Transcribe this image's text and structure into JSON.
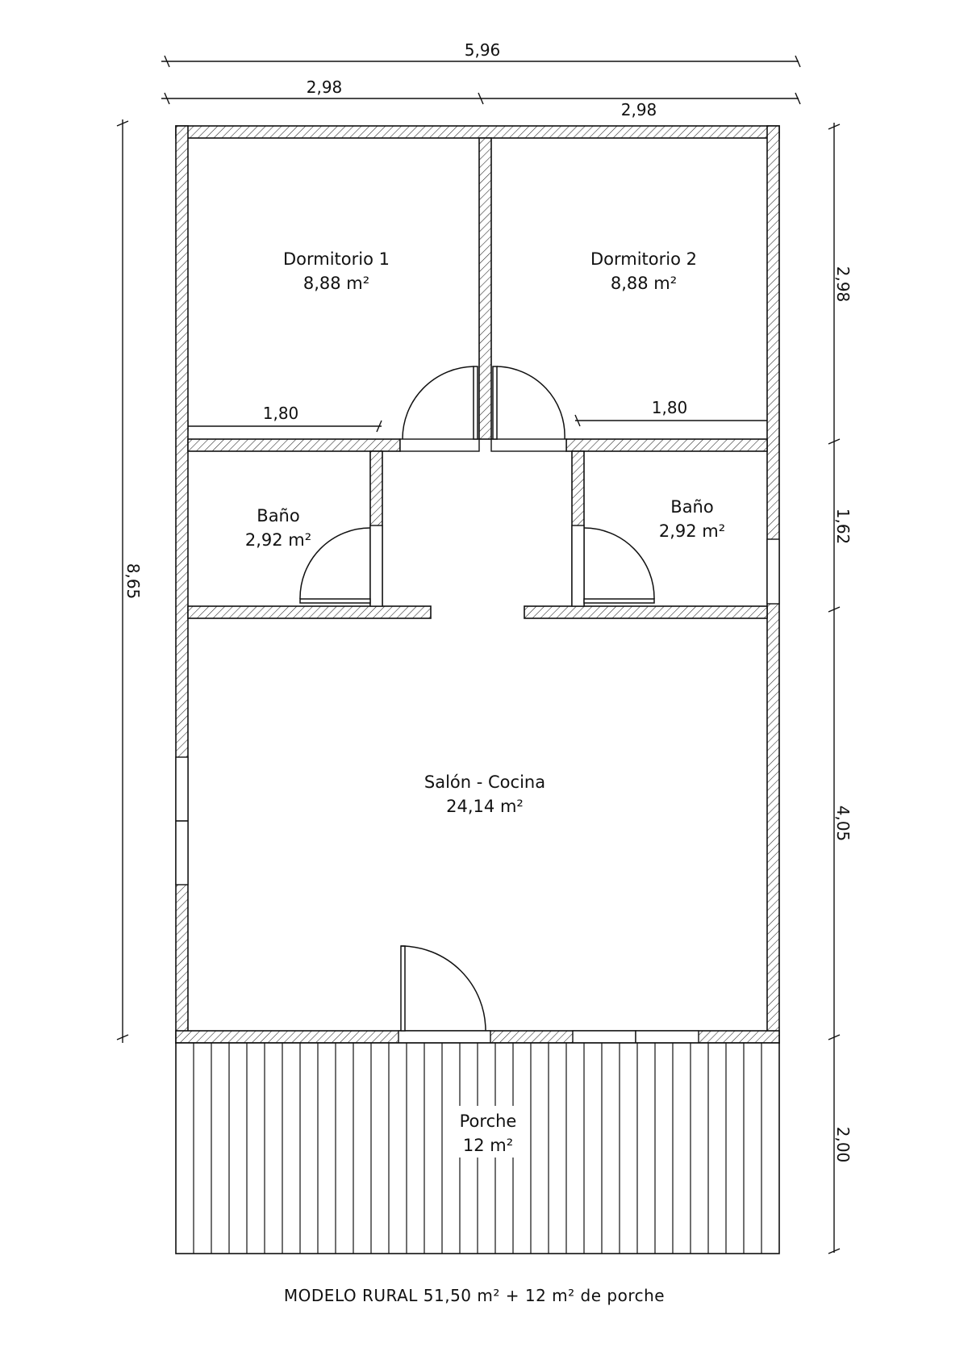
{
  "dimensions": {
    "total_width": "5,96",
    "left_width": "2,98",
    "right_width": "2,98",
    "total_depth": "8,65",
    "bedroom_depth": "2,98",
    "bath_depth": "1,62",
    "living_depth": "4,05",
    "porch_depth": "2,00",
    "bed1_closet": "1,80",
    "bed2_closet": "1,80"
  },
  "rooms": {
    "dormitorio1": {
      "name": "Dormitorio 1",
      "area": "8,88 m²"
    },
    "dormitorio2": {
      "name": "Dormitorio 2",
      "area": "8,88 m²"
    },
    "bano1": {
      "name": "Baño",
      "area": "2,92 m²"
    },
    "bano2": {
      "name": "Baño",
      "area": "2,92 m²"
    },
    "salon": {
      "name": "Salón - Cocina",
      "area": "24,14 m²"
    },
    "porche": {
      "name": "Porche",
      "area": "12 m²"
    }
  },
  "caption": "MODELO RURAL 51,50 m² + 12 m² de porche"
}
